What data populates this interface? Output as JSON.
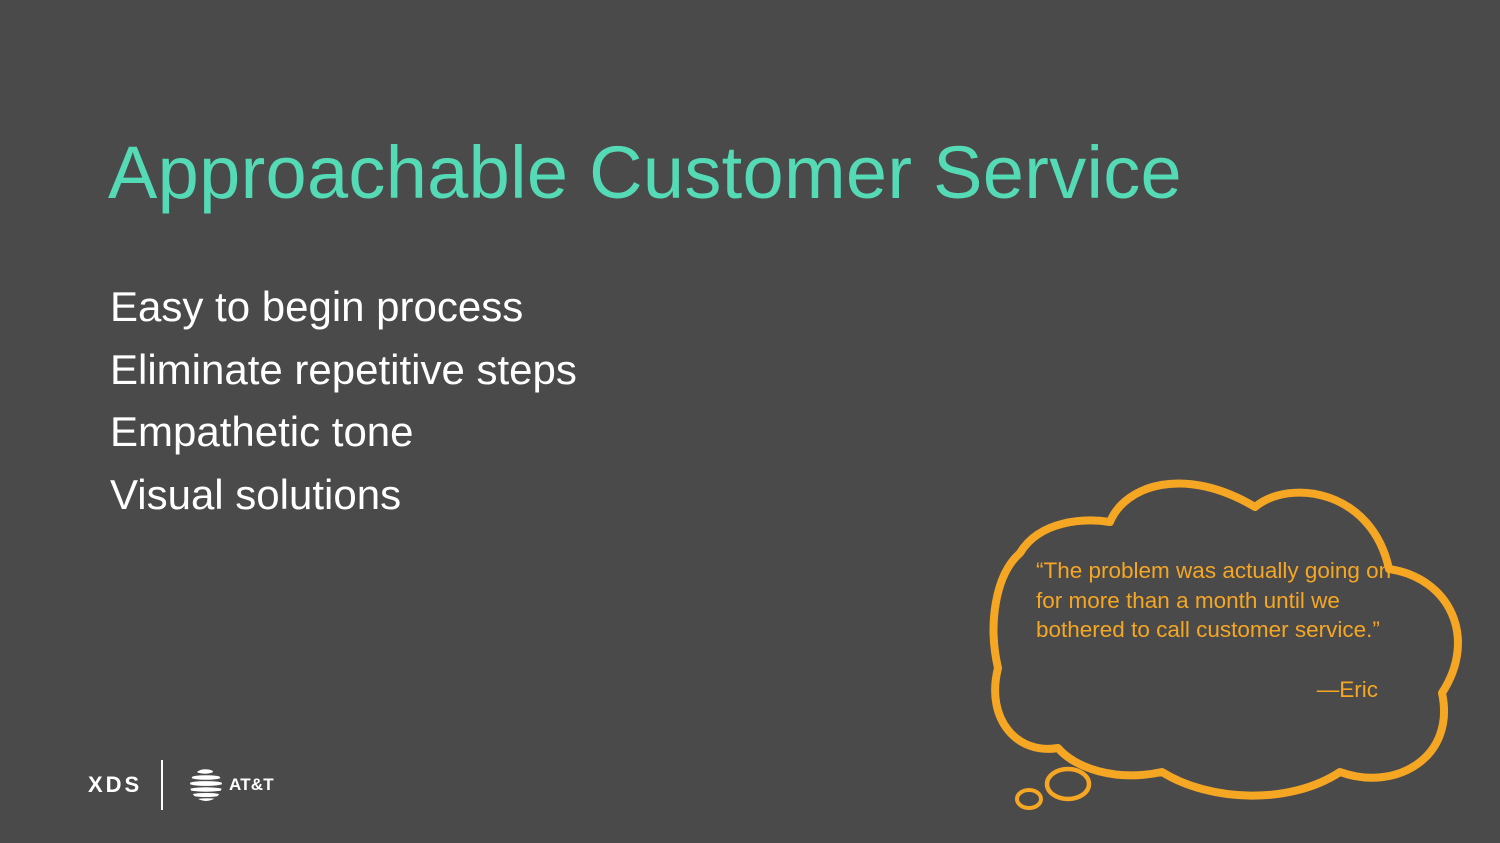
{
  "colors": {
    "background": "#4a4a4a",
    "title": "#55dab6",
    "bullet_text": "#ffffff",
    "accent_orange": "#f5a623"
  },
  "slide": {
    "title": "Approachable Customer Service",
    "bullets": [
      "Easy to begin process",
      "Eliminate repetitive steps",
      "Empathetic tone",
      "Visual solutions"
    ],
    "quote": {
      "text": "“The problem was actually going on for more than a month until we bothered to call customer service.”",
      "author": "—Eric"
    }
  },
  "footer": {
    "brand_xds": "XDS",
    "brand_att": "AT&T",
    "att_icon": "att-globe-icon"
  }
}
